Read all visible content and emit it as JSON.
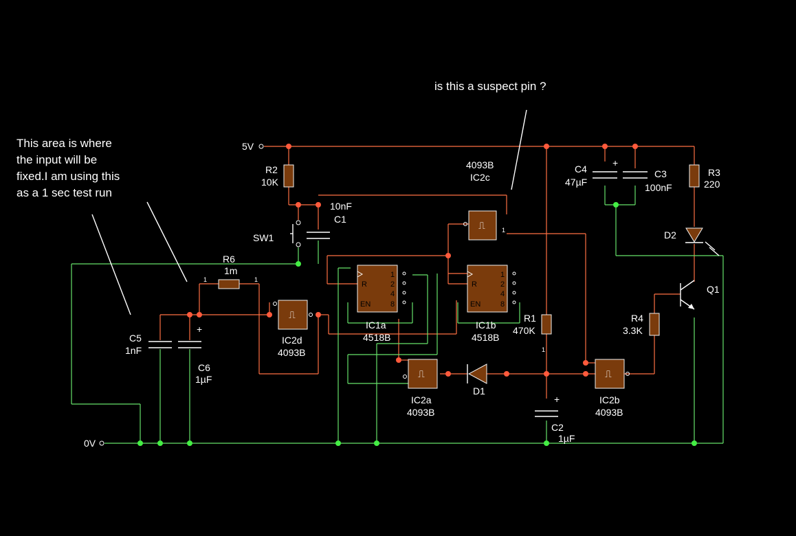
{
  "colors": {
    "background": "#000000",
    "wire_power": "#ff7043",
    "wire_ground": "#66e36a",
    "component_fill": "#7a3b0c",
    "text": "#ffffff",
    "node_red": "#ff5a3c",
    "node_green": "#44ee44"
  },
  "annotations": {
    "note_left": [
      "This area is where",
      "the input will be",
      "fixed.I am using this",
      "as a 1 sec test run"
    ],
    "note_top": "is this  a suspect pin ?"
  },
  "nets": {
    "vcc": "5V",
    "gnd": "0V"
  },
  "components": {
    "r2": {
      "ref": "R2",
      "value": "10K"
    },
    "c1": {
      "ref": "C1",
      "value": "10nF"
    },
    "sw1": {
      "ref": "SW1"
    },
    "r6": {
      "ref": "R6",
      "value": "1m"
    },
    "c5": {
      "ref": "C5",
      "value": "1nF"
    },
    "c6": {
      "ref": "C6",
      "value": "1µF"
    },
    "ic2d": {
      "ref": "IC2d",
      "value": "4093B"
    },
    "ic1a": {
      "ref": "IC1a",
      "value": "4518B",
      "pins": [
        "R",
        "EN",
        "1",
        "2",
        "4",
        "8"
      ]
    },
    "ic1b": {
      "ref": "IC1b",
      "value": "4518B",
      "pins": [
        "R",
        "EN",
        "1",
        "2",
        "4",
        "8"
      ]
    },
    "ic2c": {
      "ref": "IC2c",
      "value": "4093B"
    },
    "ic2a": {
      "ref": "IC2a",
      "value": "4093B"
    },
    "d1": {
      "ref": "D1"
    },
    "r1": {
      "ref": "R1",
      "value": "470K"
    },
    "c2": {
      "ref": "C2",
      "value": "1µF"
    },
    "ic2b": {
      "ref": "IC2b",
      "value": "4093B"
    },
    "c4": {
      "ref": "C4",
      "value": "47µF"
    },
    "c3": {
      "ref": "C3",
      "value": "100nF"
    },
    "r3": {
      "ref": "R3",
      "value": "220"
    },
    "d2": {
      "ref": "D2"
    },
    "r4": {
      "ref": "R4",
      "value": "3.3K"
    },
    "q1": {
      "ref": "Q1"
    }
  },
  "symbols": {
    "plus": "+",
    "pin_one": "1",
    "schmitt": "⎍"
  }
}
